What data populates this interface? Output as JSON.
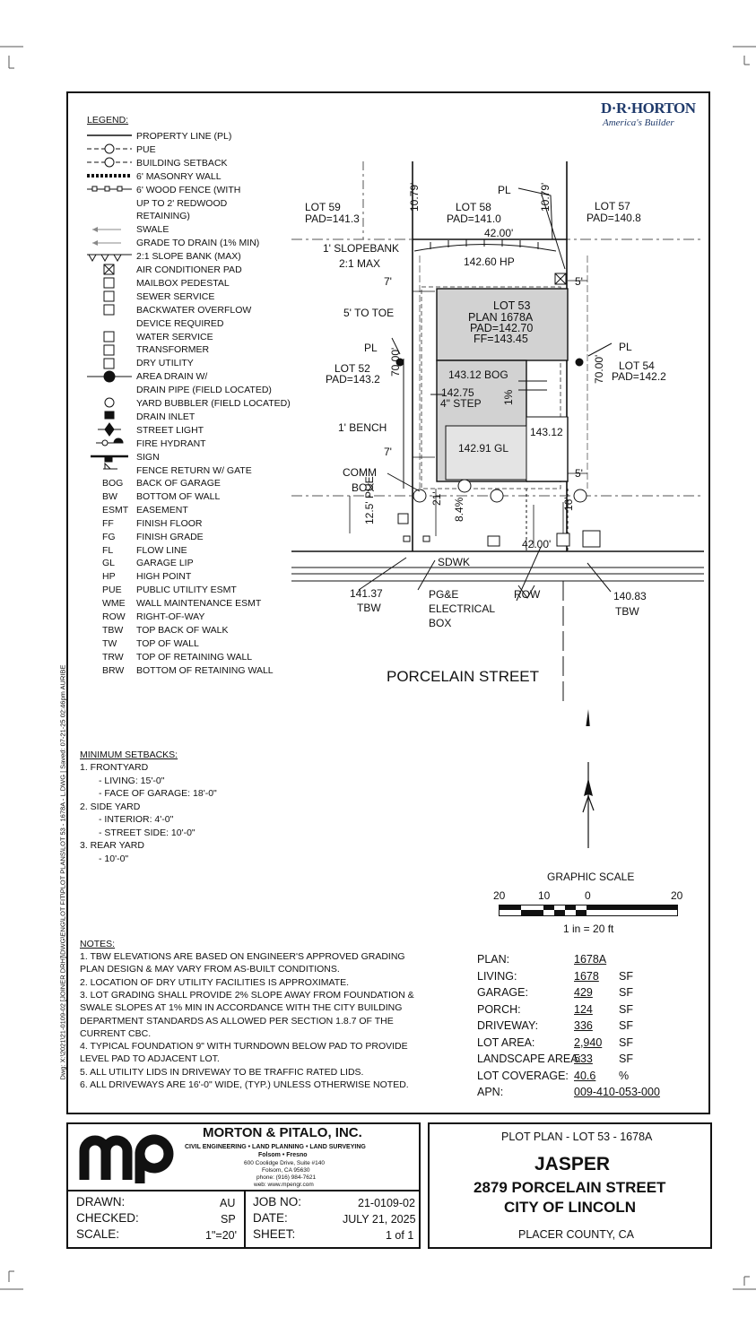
{
  "brand": {
    "name": "D·R·HORTON",
    "tagline": "America's Builder"
  },
  "legend": {
    "title": "LEGEND:",
    "items": [
      "PROPERTY LINE (PL)",
      "PUE",
      "BUILDING SETBACK",
      "6' MASONRY WALL",
      "6' WOOD FENCE (WITH",
      "UP TO 2' REDWOOD",
      "RETAINING)",
      "SWALE",
      "GRADE TO DRAIN (1% MIN)",
      "2:1 SLOPE BANK (MAX)",
      "AIR CONDITIONER PAD",
      "MAILBOX PEDESTAL",
      "SEWER SERVICE",
      "BACKWATER OVERFLOW",
      "DEVICE REQUIRED",
      "WATER SERVICE",
      "TRANSFORMER",
      "DRY UTILITY",
      "AREA DRAIN W/",
      "DRAIN PIPE (FIELD LOCATED)",
      "YARD BUBBLER (FIELD LOCATED)",
      "DRAIN INLET",
      "STREET LIGHT",
      "FIRE HYDRANT",
      "SIGN",
      "FENCE RETURN W/ GATE"
    ],
    "abbr": [
      {
        "k": "BOG",
        "v": "BACK OF GARAGE"
      },
      {
        "k": "BW",
        "v": "BOTTOM OF WALL"
      },
      {
        "k": "ESMT",
        "v": "EASEMENT"
      },
      {
        "k": "FF",
        "v": "FINISH FLOOR"
      },
      {
        "k": "FG",
        "v": "FINISH GRADE"
      },
      {
        "k": "FL",
        "v": "FLOW LINE"
      },
      {
        "k": "GL",
        "v": "GARAGE LIP"
      },
      {
        "k": "HP",
        "v": "HIGH POINT"
      },
      {
        "k": "PUE",
        "v": "PUBLIC UTILITY ESMT"
      },
      {
        "k": "WME",
        "v": "WALL MAINTENANCE ESMT"
      },
      {
        "k": "ROW",
        "v": "RIGHT-OF-WAY"
      },
      {
        "k": "TBW",
        "v": "TOP BACK OF WALK"
      },
      {
        "k": "TW",
        "v": "TOP OF WALL"
      },
      {
        "k": "TRW",
        "v": "TOP OF RETAINING WALL"
      },
      {
        "k": "BRW",
        "v": "BOTTOM OF RETAINING WALL"
      }
    ]
  },
  "plan": {
    "lot59": "LOT 59",
    "lot59pad": "PAD=141.3",
    "lot58": "LOT 58",
    "lot58pad": "PAD=141.0",
    "lot57": "LOT 57",
    "lot57pad": "PAD=140.8",
    "lot52": "LOT 52",
    "lot52pad": "PAD=143.2",
    "lot54": "LOT 54",
    "lot54pad": "PAD=142.2",
    "lot53": "LOT 53",
    "plan": "PLAN 1678A",
    "pad": "PAD=142.70",
    "ff": "FF=143.45",
    "pl": "PL",
    "dim_rear": "42.00'",
    "dim_front": "42.00'",
    "dim_side_l": "70.00'",
    "dim_side_r": "70.00'",
    "d1079a": "10.79'",
    "d1079b": "10.79'",
    "slopebank": "1' SLOPEBANK",
    "max": "2:1 MAX",
    "hp": "142.60 HP",
    "d7a": "7'",
    "d7b": "7'",
    "d5a": "5'",
    "d5b": "5'",
    "toe": "5' TO TOE",
    "bog": "143.12 BOG",
    "step_elev": "142.75",
    "step": "4\" STEP",
    "bench": "1' BENCH",
    "gl": "142.91 GL",
    "elev2": "143.12",
    "pct1": "1%",
    "comm": "COMM",
    "box": "BOX",
    "pue": "12.5' PUE",
    "d21": "21'",
    "pct8": "8.4%",
    "d16": "16'",
    "sdwk": "SDWK",
    "tbw_l": "141.37",
    "tbw_lbl": "TBW",
    "tbw_r": "140.83",
    "tbw_rlbl": "TBW",
    "pge1": "PG&E",
    "pge2": "ELECTRICAL",
    "pge3": "BOX",
    "row": "ROW",
    "street": "PORCELAIN STREET"
  },
  "setbacks": {
    "title": "MINIMUM SETBACKS:",
    "lines": [
      "1.  FRONTYARD",
      "-     LIVING: 15'-0\"",
      "-     FACE OF GARAGE: 18'-0\"",
      "2.  SIDE YARD",
      "-     INTERIOR: 4'-0\"",
      "-     STREET SIDE: 10'-0\"",
      "3.  REAR YARD",
      "-     10'-0\""
    ]
  },
  "scale": {
    "title": "GRAPHIC SCALE",
    "t1": "20",
    "t2": "10",
    "t3": "0",
    "t4": "20",
    "ratio": "1 in =  20 ft"
  },
  "notes": {
    "title": "NOTES:",
    "lines": [
      "1.   TBW ELEVATIONS ARE BASED ON ENGINEER'S APPROVED GRADING",
      "      PLAN DESIGN & MAY VARY FROM AS-BUILT CONDITIONS.",
      "2.   LOCATION OF DRY UTILITY FACILITIES IS APPROXIMATE.",
      "3.   LOT GRADING SHALL PROVIDE 2% SLOPE AWAY FROM FOUNDATION &",
      "      SWALE SLOPES AT 1% MIN IN ACCORDANCE WITH THE CITY BUILDING",
      "      DEPARTMENT STANDARDS AS ALLOWED PER SECTION 1.8.7 OF THE",
      "      CURRENT CBC.",
      "4.   TYPICAL FOUNDATION 9\" WITH TURNDOWN BELOW PAD TO PROVIDE",
      "      LEVEL PAD TO ADJACENT LOT.",
      "5.   ALL UTILITY LIDS IN DRIVEWAY TO BE TRAFFIC RATED LIDS.",
      "6.   ALL DRIVEWAYS ARE 16'-0\" WIDE, (TYP.) UNLESS OTHERWISE NOTED."
    ]
  },
  "stats": [
    {
      "label": "PLAN:",
      "value": "1678A",
      "unit": ""
    },
    {
      "label": "LIVING:",
      "value": "1678",
      "unit": "SF"
    },
    {
      "label": "GARAGE:",
      "value": "429",
      "unit": "SF"
    },
    {
      "label": "PORCH:",
      "value": "124",
      "unit": "SF"
    },
    {
      "label": "DRIVEWAY:",
      "value": "336",
      "unit": "SF"
    },
    {
      "label": "LOT AREA:",
      "value": "2,940",
      "unit": "SF"
    },
    {
      "label": "LANDSCAPE AREA:",
      "value": "533",
      "unit": "SF"
    },
    {
      "label": "LOT COVERAGE:",
      "value": "40.6",
      "unit": "%"
    },
    {
      "label": "APN:",
      "value": "009-410-053-000",
      "unit": ""
    }
  ],
  "side_stamp": "Dwg: X:\\2021\\21-0109-02 [JOINER DRH]\\DWG\\ENG\\LOT FIT\\PLOT PLANS\\LOT 53 - 1678A - L.DWG  |  Saved: 07-21-25 02:46pm  AURIBE",
  "firm": {
    "name": "MORTON & PITALO, INC.",
    "services": "CIVIL ENGINEERING • LAND PLANNING • LAND SURVEYING",
    "offices": "Folsom  •  Fresno",
    "addr1": "600 Coolidge Drive, Suite #140",
    "addr2": "Folsom, CA 95630",
    "phone": "phone: (916) 984-7621",
    "web": "web: www.mpengr.com"
  },
  "titleblock": {
    "drawn_l": "DRAWN:",
    "drawn_v": "AU",
    "checked_l": "CHECKED:",
    "checked_v": "SP",
    "scale_l": "SCALE:",
    "scale_v": "1\"=20'",
    "job_l": "JOB NO:",
    "job_v": "21-0109-02",
    "date_l": "DATE:",
    "date_v": "JULY 21, 2025",
    "sheet_l": "SHEET:",
    "sheet_v": "1 of 1"
  },
  "project": {
    "header": "PLOT  PLAN - LOT 53 - 1678A",
    "name": "JASPER",
    "address": "2879 PORCELAIN STREET",
    "city": "CITY OF LINCOLN",
    "county": "PLACER COUNTY, CA"
  }
}
